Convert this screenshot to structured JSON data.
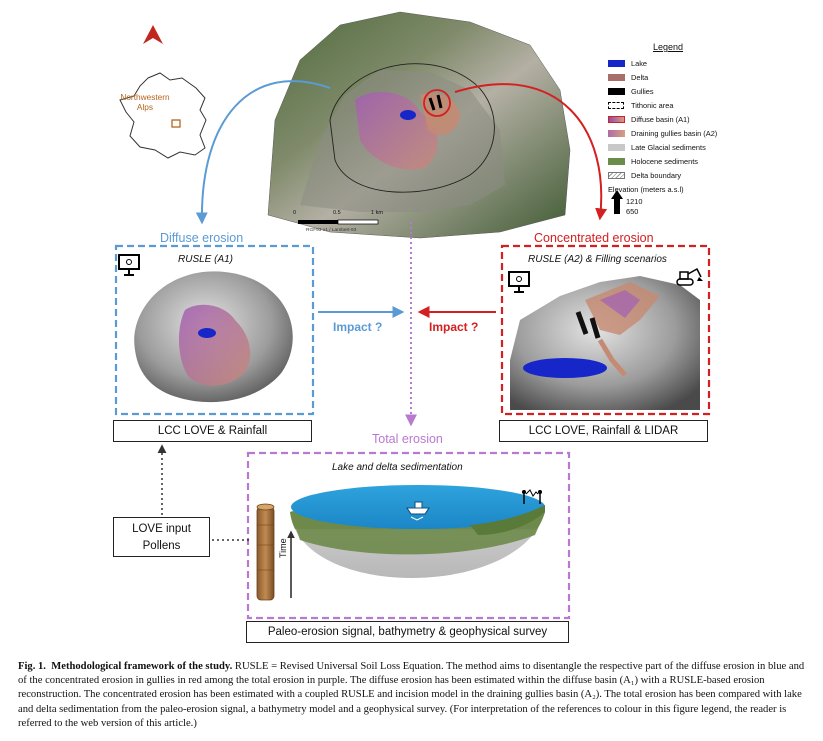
{
  "map_inset": {
    "region_label": "Northwestern Alps"
  },
  "scale_bar": {
    "ticks": [
      "0",
      "0.5",
      "1 km"
    ],
    "source": "RGF93 v1 / Lambert-93"
  },
  "legend": {
    "title": "Legend",
    "items": [
      {
        "label": "Lake",
        "color": "#1626c8"
      },
      {
        "label": "Delta",
        "color": "#a86f6a"
      },
      {
        "label": "Gullies",
        "color": "#000000"
      },
      {
        "label": "Tithonic area",
        "color": "none"
      },
      {
        "label": "Diffuse basin (A1)",
        "color": "#b07ab8"
      },
      {
        "label": "Draining gullies basin (A2)",
        "color": "#c58a72"
      },
      {
        "label": "Late Glacial sediments",
        "color": "#c8c8c8"
      },
      {
        "label": "Holocene sediments",
        "color": "#6b8d4a"
      },
      {
        "label": "Delta boundary",
        "color": "none"
      }
    ],
    "elevation_title": "Elevation (meters a.s.l)",
    "elevation_max": "1210",
    "elevation_min": "650"
  },
  "diffuse": {
    "title": "Diffuse erosion",
    "model": "RUSLE (A1)",
    "footer": "LCC LOVE & Rainfall",
    "impact": "Impact ?",
    "color": "#5b9bd5"
  },
  "concentrated": {
    "title": "Concentrated erosion",
    "model": "RUSLE (A2) & Filling scenarios",
    "footer": "LCC LOVE, Rainfall & LIDAR",
    "impact": "Impact ?",
    "color": "#d42020"
  },
  "total": {
    "title": "Total erosion",
    "subtitle": "Lake and delta sedimentation",
    "footer": "Paleo-erosion signal, bathymetry & geophysical survey",
    "time_label": "Time",
    "color": "#b87ad0"
  },
  "love_input": {
    "line1": "LOVE input",
    "line2": "Pollens"
  },
  "caption": {
    "label": "Fig. 1.",
    "heading": "Methodological framework of the study.",
    "text": "RUSLE = Revised Universal Soil Loss Equation. The method aims to disentangle the respective part of the diffuse erosion in blue and of the concentrated erosion in gullies in red among the total erosion in purple. The diffuse erosion has been estimated within the diffuse basin (A₁) with a RUSLE-based erosion reconstruction. The concentrated erosion has been estimated with a coupled RUSLE and incision model in the draining gullies basin (A₂). The total erosion has been compared with lake and delta sedimentation from the paleo-erosion signal, a bathymetry model and a geophysical survey. (For interpretation of the references to colour in this figure legend, the reader is referred to the web version of this article.)"
  }
}
